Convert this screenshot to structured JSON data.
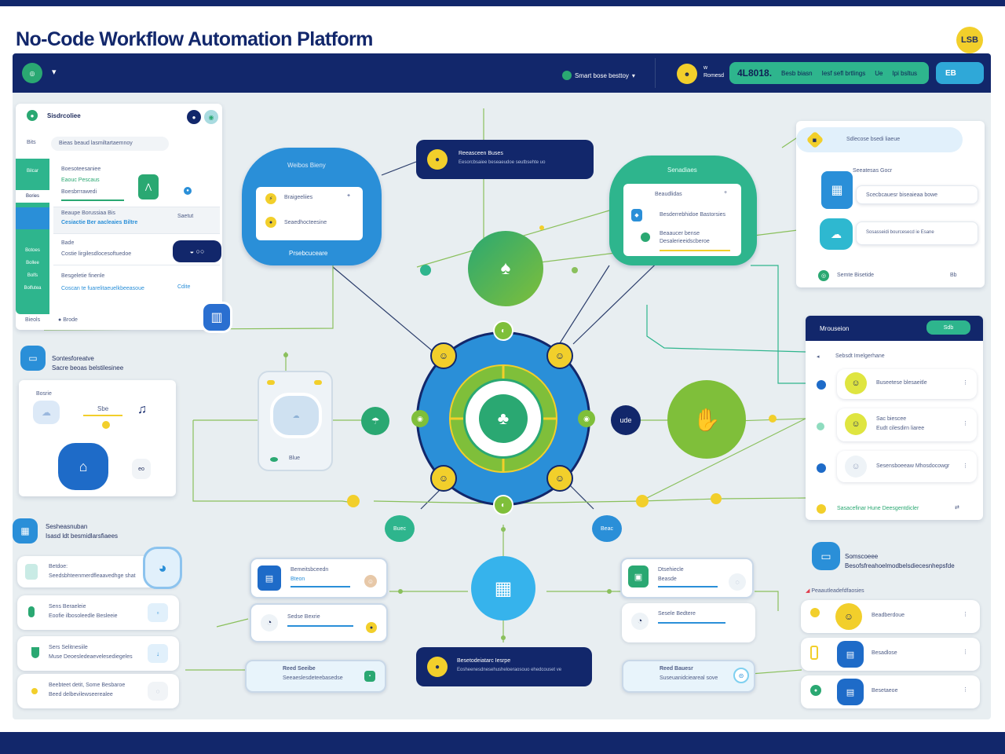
{
  "page": {
    "title": "No-Code Workflow Automation Platform",
    "user_avatar": "LSB"
  },
  "topbar": {
    "workspace_label": "Smart bose besttoy",
    "role_label": "Romesd",
    "role_initial": "w",
    "status_value": "4L8018.",
    "status_items": [
      "Besb biasn",
      "Iesf sefl brtlings",
      "Ue",
      "Ipi bsltus"
    ],
    "action_button": "EB"
  },
  "sidebar": {
    "header": "Sisdrcoliee",
    "search_placeholder": "Bieas beaud lasmiltartaemnoy",
    "nav_items": [
      "Bits",
      "Bilcar",
      "Bories",
      "",
      "Botoes",
      "Bollee",
      "Bolfs",
      "Bolfutea"
    ],
    "nav_bottom": "Bieols",
    "footer_label": "Brode",
    "rows": [
      {
        "title": "Boesoteesaniee",
        "subtitle": "Eaouc  Pescaus",
        "meta": "Boesbrrrawedi"
      },
      {
        "title": "Beaupe Borussiaa Bis",
        "subtitle": "Cesiactie Ber aacleaies Biltre",
        "meta": "Saetut"
      },
      {
        "title": "Bade",
        "subtitle": "Costie lirgilesdlocesoftuedoe"
      },
      {
        "title": "Besgeletie finenle",
        "subtitle": "Coscan te fuarelitaeuelkbeeasoue",
        "meta": "Cdite"
      }
    ]
  },
  "left_mid": {
    "label_title": "Sontesforeatve",
    "label_subtitle": "Sacre beoas belstilesinee",
    "card_label": "Bosrie",
    "card_value": "Sbe",
    "card_small": "eo"
  },
  "left_bottom": {
    "label_title": "Sesheasnuban",
    "label_subtitle": "Isasd ldt besmidlarsfiaees",
    "items": [
      {
        "title": "Betdoe:",
        "subtitle": "Seedsbhteenmerdfleaavedhge shat"
      },
      {
        "title": "Sens Beraeleie",
        "subtitle": "Eoofie ilbosoleedle Besleeie"
      },
      {
        "title": "Sers Selitnesiile",
        "subtitle": "Muse Deoesledeaevelesediegeles"
      },
      {
        "title": "Beebteet detit, Some Besbaroe",
        "subtitle": "Beed delbevilewseerealee"
      }
    ]
  },
  "nodes": {
    "blue_blob": {
      "title": "Weibos Bieny",
      "footer": "Prsebcuceare",
      "items": [
        "Braigeeliies",
        "Seaedhocteesine"
      ]
    },
    "top_pill": {
      "title": "Reeasceen Buses",
      "subtitle": "Eesorcbsaiee beseaeudoe seutbsehte uo"
    },
    "teal_blob": {
      "title": "Senadiaes",
      "items": [
        "Beaudlidas",
        "Besderrebhidoe Bastorsies",
        "Beaaucer bense",
        "Desalerieeidscberoe"
      ]
    },
    "hub_right_badge": "ude",
    "gateway_left": "Buec",
    "gateway_right": "Beac",
    "gateway_card_value": "Blue",
    "bottom_pill": {
      "title": "Besetodeiatarc Iesrpe",
      "subtitle": "Eosheenesdnesehusheloeraosouo ehedcouset ve"
    },
    "mid_cards_left": [
      {
        "title": "Bemeitsbceedn",
        "subtitle": "Bteon"
      },
      {
        "title": "Sedse Bexrie"
      },
      {
        "title": "Reed Seeibe",
        "subtitle": "Seeaeslesdeteebasedse"
      }
    ],
    "mid_cards_right": [
      {
        "title": "Dtsehiecle",
        "subtitle": "Beasde"
      },
      {
        "title": "Sesele Bedtere"
      },
      {
        "title": "Reed Bauesr",
        "subtitle": "Suseuanidcieareal sove"
      }
    ]
  },
  "right_top": {
    "header": "Sdlecose bsedi liaeue",
    "sub_header": "Seeatesas Gocr",
    "items": [
      "Scecbcauesr biseaieaa bowe",
      "Sosasseidi bourcesecd ie Esane"
    ],
    "footer": "Semte Bisetide",
    "footer_value": "Bb"
  },
  "right_mid": {
    "header": "Mrouseion",
    "badge": "Sdb",
    "section": "Sebsdt Imelgerhane",
    "items": [
      {
        "title": "Buseetese blesaeitle"
      },
      {
        "title": "Sac biescee",
        "subtitle": "Eudt cilesdirn liaree"
      },
      {
        "title": "Sesensboeeaw Mhosdocowgr"
      }
    ],
    "footer": "Sasacefinar Hune Deesgentdicler"
  },
  "right_bottom": {
    "label_title": "Somscoeee",
    "label_subtitle": "Besofsfreahoelmodbelsdiecesnhepsfde",
    "section": "Peaautleadefdfaosies",
    "items": [
      "Beadberdoue",
      "Besadlose",
      "Besetaeoe"
    ]
  },
  "colors": {
    "navy": "#12276b",
    "green": "#2aa872",
    "yellow": "#f2cf2b",
    "blue": "#2a8fd8",
    "lime": "#7fbf3a",
    "teal": "#2eb58d"
  }
}
